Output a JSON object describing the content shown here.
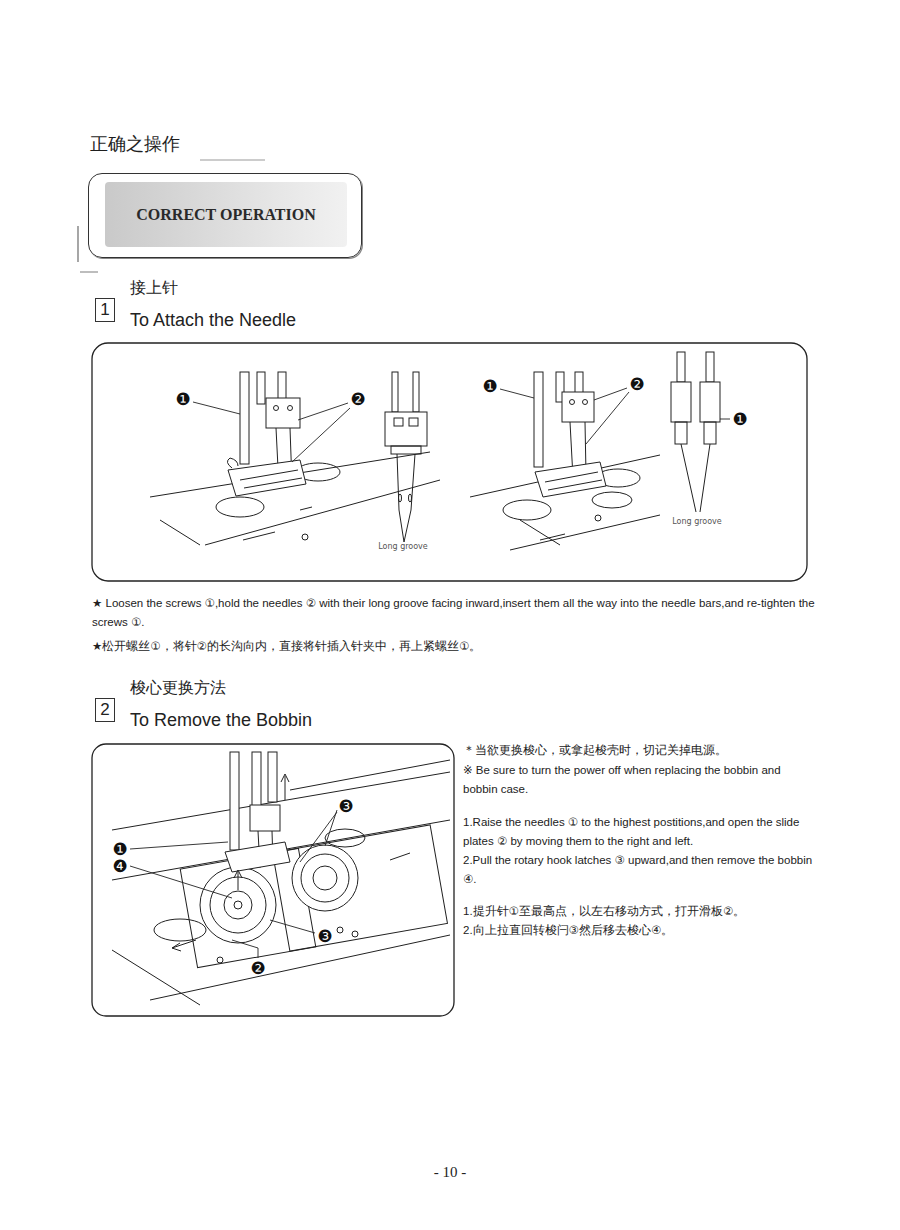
{
  "diagram": {
    "title": "正确之操作",
    "nodes": [
      {
        "text": [
          "CORRECT OPERATION"
        ]
      },
      {
        "text": [
          "1",
          "接上针",
          "To Attach the Needle"
        ]
      },
      {
        "text": [
          "2",
          "梭心更换方法",
          "To Remove the Bobbin"
        ]
      }
    ],
    "labels": [
      "❶",
      "❷",
      "Long groove",
      "❶",
      "❷",
      "❶",
      "Long groove",
      "★ Loosen the screws ①,hold the needles ② with their long groove facing inward,insert them all the way into the needle bars,and re-tighten the screws ①.",
      "★松开螺丝①，将针②的长沟向内，直接将针插入针夹中，再上紧螺丝①。",
      "❸",
      "❶",
      "❹",
      "❸",
      "❷",
      "＊当欲更换梭心，或拿起梭壳时，切记关掉电源。",
      "※ Be sure to turn the power off when replacing the bobbin and bobbin case.",
      "1.Raise the needles ① to the highest postitions,and open the slide plates ② by moving them to the right and left.",
      "2.Pull the rotary hook latches ③ upward,and then remove the bobbin ④.",
      "1.提升针①至最高点，以左右移动方式，打开滑板②。",
      "2.向上拉直回转梭闩③然后移去梭心④。",
      "- 10 -"
    ]
  }
}
